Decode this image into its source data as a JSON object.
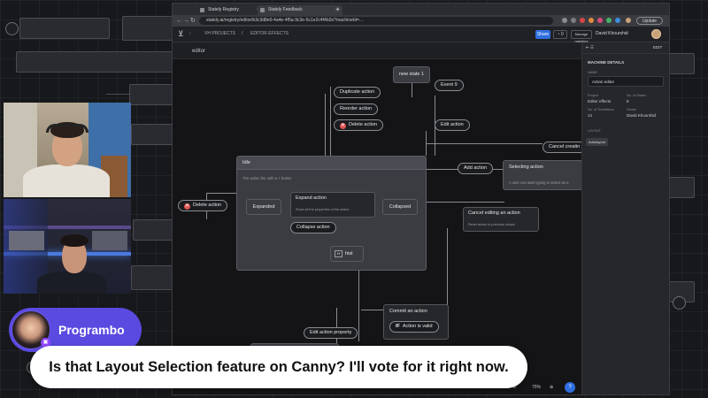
{
  "browser": {
    "tabs": [
      {
        "label": "Stately Registry"
      },
      {
        "label": "Stately Feedback"
      }
    ],
    "url": "stately.ai/registry/editor/b3c3d8e0-4a4e-4f5a-9c3e-6c1e2c4f4b2e?machineId=...",
    "update_label": "Update"
  },
  "app": {
    "breadcrumbs": [
      "VH PROJECTS",
      "EDITOR EFFECTS"
    ],
    "share_label": "Share",
    "count_label": "0",
    "manage_label": "Manage machine",
    "user_name": "David Khourshid"
  },
  "canvas": {
    "title": "editor",
    "zoom": "75%",
    "help": "?"
  },
  "nodes": {
    "new_state": "new state 1",
    "event9": "Event 9",
    "duplicate": "Duplicate action",
    "reorder": "Reorder action",
    "delete_top": "Delete action",
    "edit": "Edit action",
    "idle_title": "Idle",
    "idle_desc": "The action list, with a + button",
    "expanded": "Expanded",
    "collapsed": "Collapsed",
    "expand_action": "Expand action",
    "expand_desc": "Show all the properties of the action",
    "collapse_action": "Collapse action",
    "delete_left": "Delete action",
    "hist": "hist",
    "add_action": "Add action",
    "selecting_title": "Selecting action",
    "selecting_desc": "A user can start typing to select an a",
    "cancel_creating": "Cancel creatin",
    "cancel_editing": "Cancel editing an action",
    "cancel_editing_desc": "Reset action to previous values",
    "commit": "Commit an action",
    "if_label": "IF",
    "action_valid": "Action is valid",
    "edit_property": "Edit action property"
  },
  "panel": {
    "edit_label": "EDIT",
    "heading": "MACHINE DETAILS",
    "name_label": "NAME",
    "name_value": "Action editor",
    "project_label": "Project",
    "project_value": "Editor effects",
    "states_label": "No. of States",
    "states_value": "8",
    "transitions_label": "No. of Transitions",
    "transitions_value": "14",
    "owner_label": "Owner",
    "owner_value": "David Khourshid",
    "layout_label": "LAYOUT",
    "layout_value": "Autolayout"
  },
  "stream": {
    "name": "Programbo",
    "caption": "Is that Layout Selection feature on Canny? I'll vote for it right now."
  },
  "colors": {
    "accent": "#2f6fe0",
    "name_pill": "#5a4ae0",
    "danger": "#e05252"
  }
}
